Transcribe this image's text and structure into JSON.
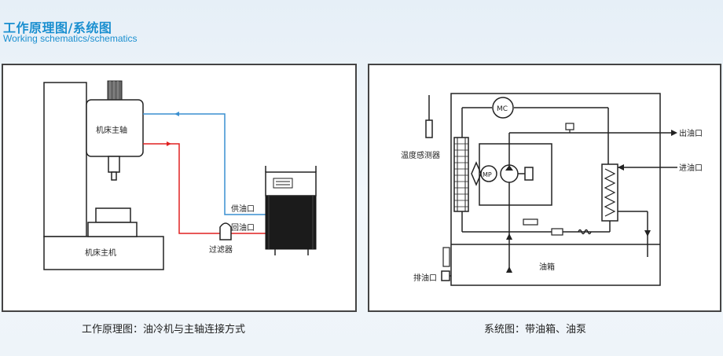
{
  "header": {
    "title_cn": "工作原理图/系统图",
    "title_en": "Working schematics/schematics"
  },
  "left_diagram": {
    "spindle_label": "机床主轴",
    "machine_label": "机床主机",
    "filter_label": "过滤器",
    "supply_label": "供油口",
    "return_label": "回油口",
    "caption": "工作原理图：油冷机与主轴连接方式"
  },
  "right_diagram": {
    "sensor_label": "温度感测器",
    "outlet_label": "出油口",
    "inlet_label": "进油口",
    "tank_label": "油箱",
    "drain_label": "排油口",
    "mc_label": "MC",
    "mp_label": "MP",
    "caption": "系统图：带油箱、油泵"
  },
  "colors": {
    "title": "#1a8fd0",
    "supply_line": "#3a8fd0",
    "return_line": "#e02020",
    "stroke": "#222222"
  }
}
